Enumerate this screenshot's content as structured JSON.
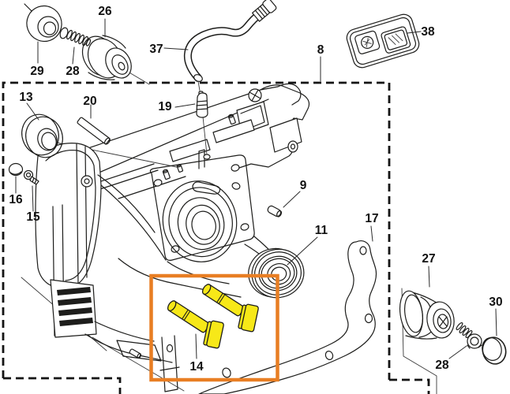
{
  "diagram": {
    "type": "exploded-parts-diagram",
    "description": "Chainsaw crankcase exploded parts view with highlighted part",
    "highlighted_part": "14",
    "colors": {
      "highlight_box": "#e87e23",
      "highlight_part_fill": "#f7e818",
      "line_art": "#1d1d1b",
      "background": "#ffffff"
    },
    "labels": {
      "n8": "8",
      "n9": "9",
      "n11": "11",
      "n13": "13",
      "n14": "14",
      "n15": "15",
      "n16": "16",
      "n17": "17",
      "n19": "19",
      "n20": "20",
      "n26": "26",
      "n27": "27",
      "n28_top": "28",
      "n28_right": "28",
      "n29": "29",
      "n30": "30",
      "n37": "37",
      "n38": "38"
    }
  }
}
